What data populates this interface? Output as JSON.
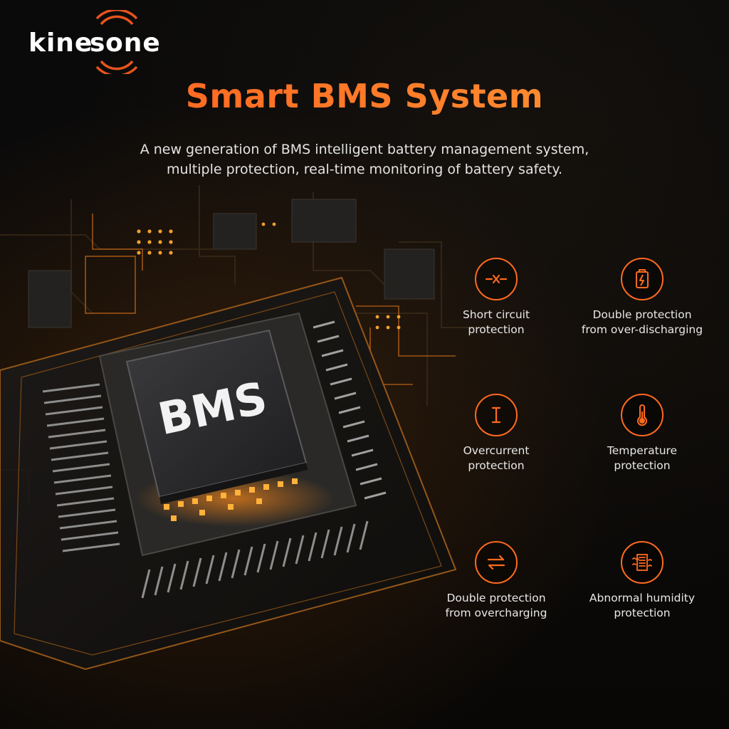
{
  "brand": {
    "logo_text": "kinesone",
    "accent_color": "#ff6a1f"
  },
  "header": {
    "title": "Smart BMS System",
    "subtitle_line1": "A new generation of BMS intelligent battery management system,",
    "subtitle_line2": "multiple protection, real-time monitoring of battery safety."
  },
  "chip": {
    "label": "BMS"
  },
  "features": [
    {
      "icon": "short-circuit-icon",
      "line1": "Short circuit",
      "line2": "protection"
    },
    {
      "icon": "battery-discharge-icon",
      "line1": "Double protection",
      "line2": "from over-discharging"
    },
    {
      "icon": "current-icon",
      "line1": "Overcurrent",
      "line2": "protection"
    },
    {
      "icon": "thermometer-icon",
      "line1": "Temperature",
      "line2": "protection"
    },
    {
      "icon": "bidirectional-arrows-icon",
      "line1": "Double protection",
      "line2": "from overcharging"
    },
    {
      "icon": "humidity-icon",
      "line1": "Abnormal humidity",
      "line2": "protection"
    }
  ]
}
